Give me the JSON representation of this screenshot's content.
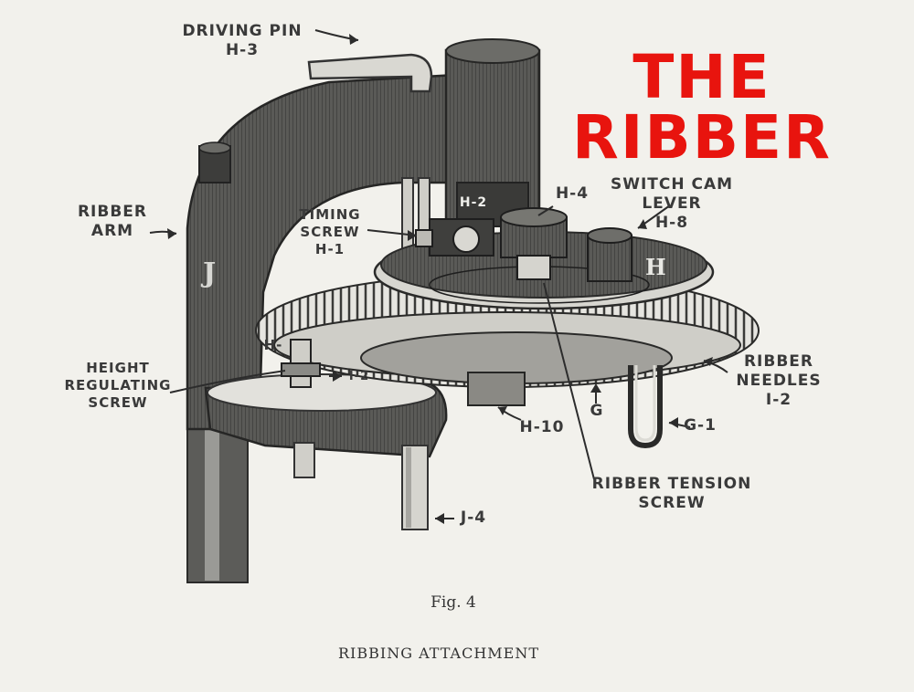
{
  "title": {
    "line1": "THE",
    "line2": "RIBBER"
  },
  "labels": {
    "driving_pin": {
      "line1": "DRIVING PIN",
      "line2": "H-3"
    },
    "ribber_arm": {
      "line1": "RIBBER",
      "line2": "ARM"
    },
    "timing_screw": {
      "line1": "TIMING",
      "line2": "SCREW",
      "line3": "H-1"
    },
    "h2": "H-2",
    "h4": "H-4",
    "switch_cam": {
      "line1": "SWITCH CAM",
      "line2": "LEVER",
      "line3": "H-8"
    },
    "h_left": "H-",
    "height_screw": {
      "line1": "HEIGHT",
      "line2": "REGULATING",
      "line3": "SCREW"
    },
    "i2_small": "I-2",
    "ribber_needles": {
      "line1": "RIBBER",
      "line2": "NEEDLES",
      "line3": "I-2"
    },
    "h10": "H-10",
    "g": "G",
    "g1": "G-1",
    "tension_screw": {
      "line1": "RIBBER TENSION",
      "line2": "SCREW"
    },
    "j4": "J-4"
  },
  "part_letters": {
    "j": "J",
    "h": "H"
  },
  "figure": {
    "number": "Fig. 4",
    "caption": "RIBBING ATTACHMENT"
  },
  "colors": {
    "title": "#e8140e",
    "ink": "#3a3a3a",
    "paper": "#f2f1ec",
    "metal": "#4a4a48"
  }
}
